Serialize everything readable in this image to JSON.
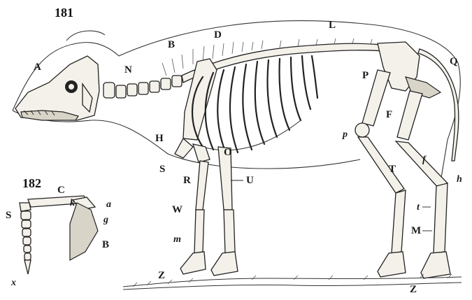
{
  "figures": {
    "main_number": "181",
    "inset_number": "182"
  },
  "labels": {
    "A": "A",
    "B": "B",
    "D": "D",
    "L": "L",
    "Q": "Q",
    "N": "N",
    "P": "P",
    "F": "F",
    "p": "p",
    "H": "H",
    "O": "O",
    "S": "S",
    "U": "U",
    "T": "T",
    "f": "f",
    "h": "h",
    "R": "R",
    "W": "W",
    "t": "t",
    "M": "M",
    "m": "m",
    "Z1": "Z",
    "Z2": "Z"
  },
  "inset_labels": {
    "C": "C",
    "S": "S",
    "k": "k",
    "a": "a",
    "g": "g",
    "B": "B",
    "x": "x"
  }
}
